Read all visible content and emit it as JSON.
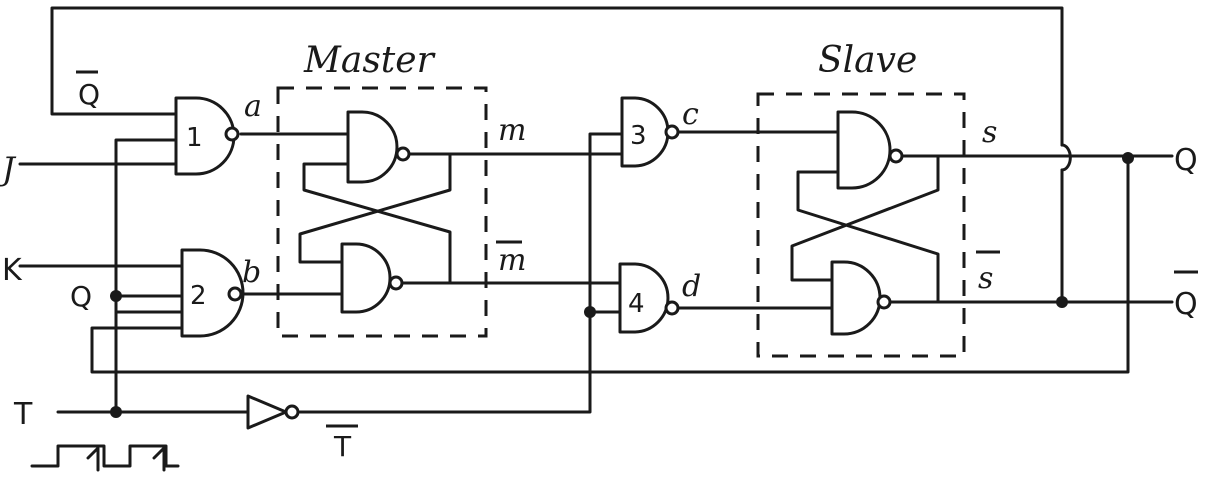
{
  "diagram": {
    "blocks": {
      "master": "Master",
      "slave": "Slave"
    },
    "inputs": {
      "j": "J",
      "k": "K",
      "t": "T",
      "q_bar": "Q",
      "q": "Q"
    },
    "outputs": {
      "q": "Q",
      "q_bar": "Q"
    },
    "gates": {
      "g1": "1",
      "g2": "2",
      "g3": "3",
      "g4": "4"
    },
    "nodes": {
      "a": "a",
      "b": "b",
      "c": "c",
      "d": "d",
      "m": "m",
      "m_bar": "m",
      "s": "s",
      "s_bar": "s",
      "t_bar": "T"
    }
  }
}
